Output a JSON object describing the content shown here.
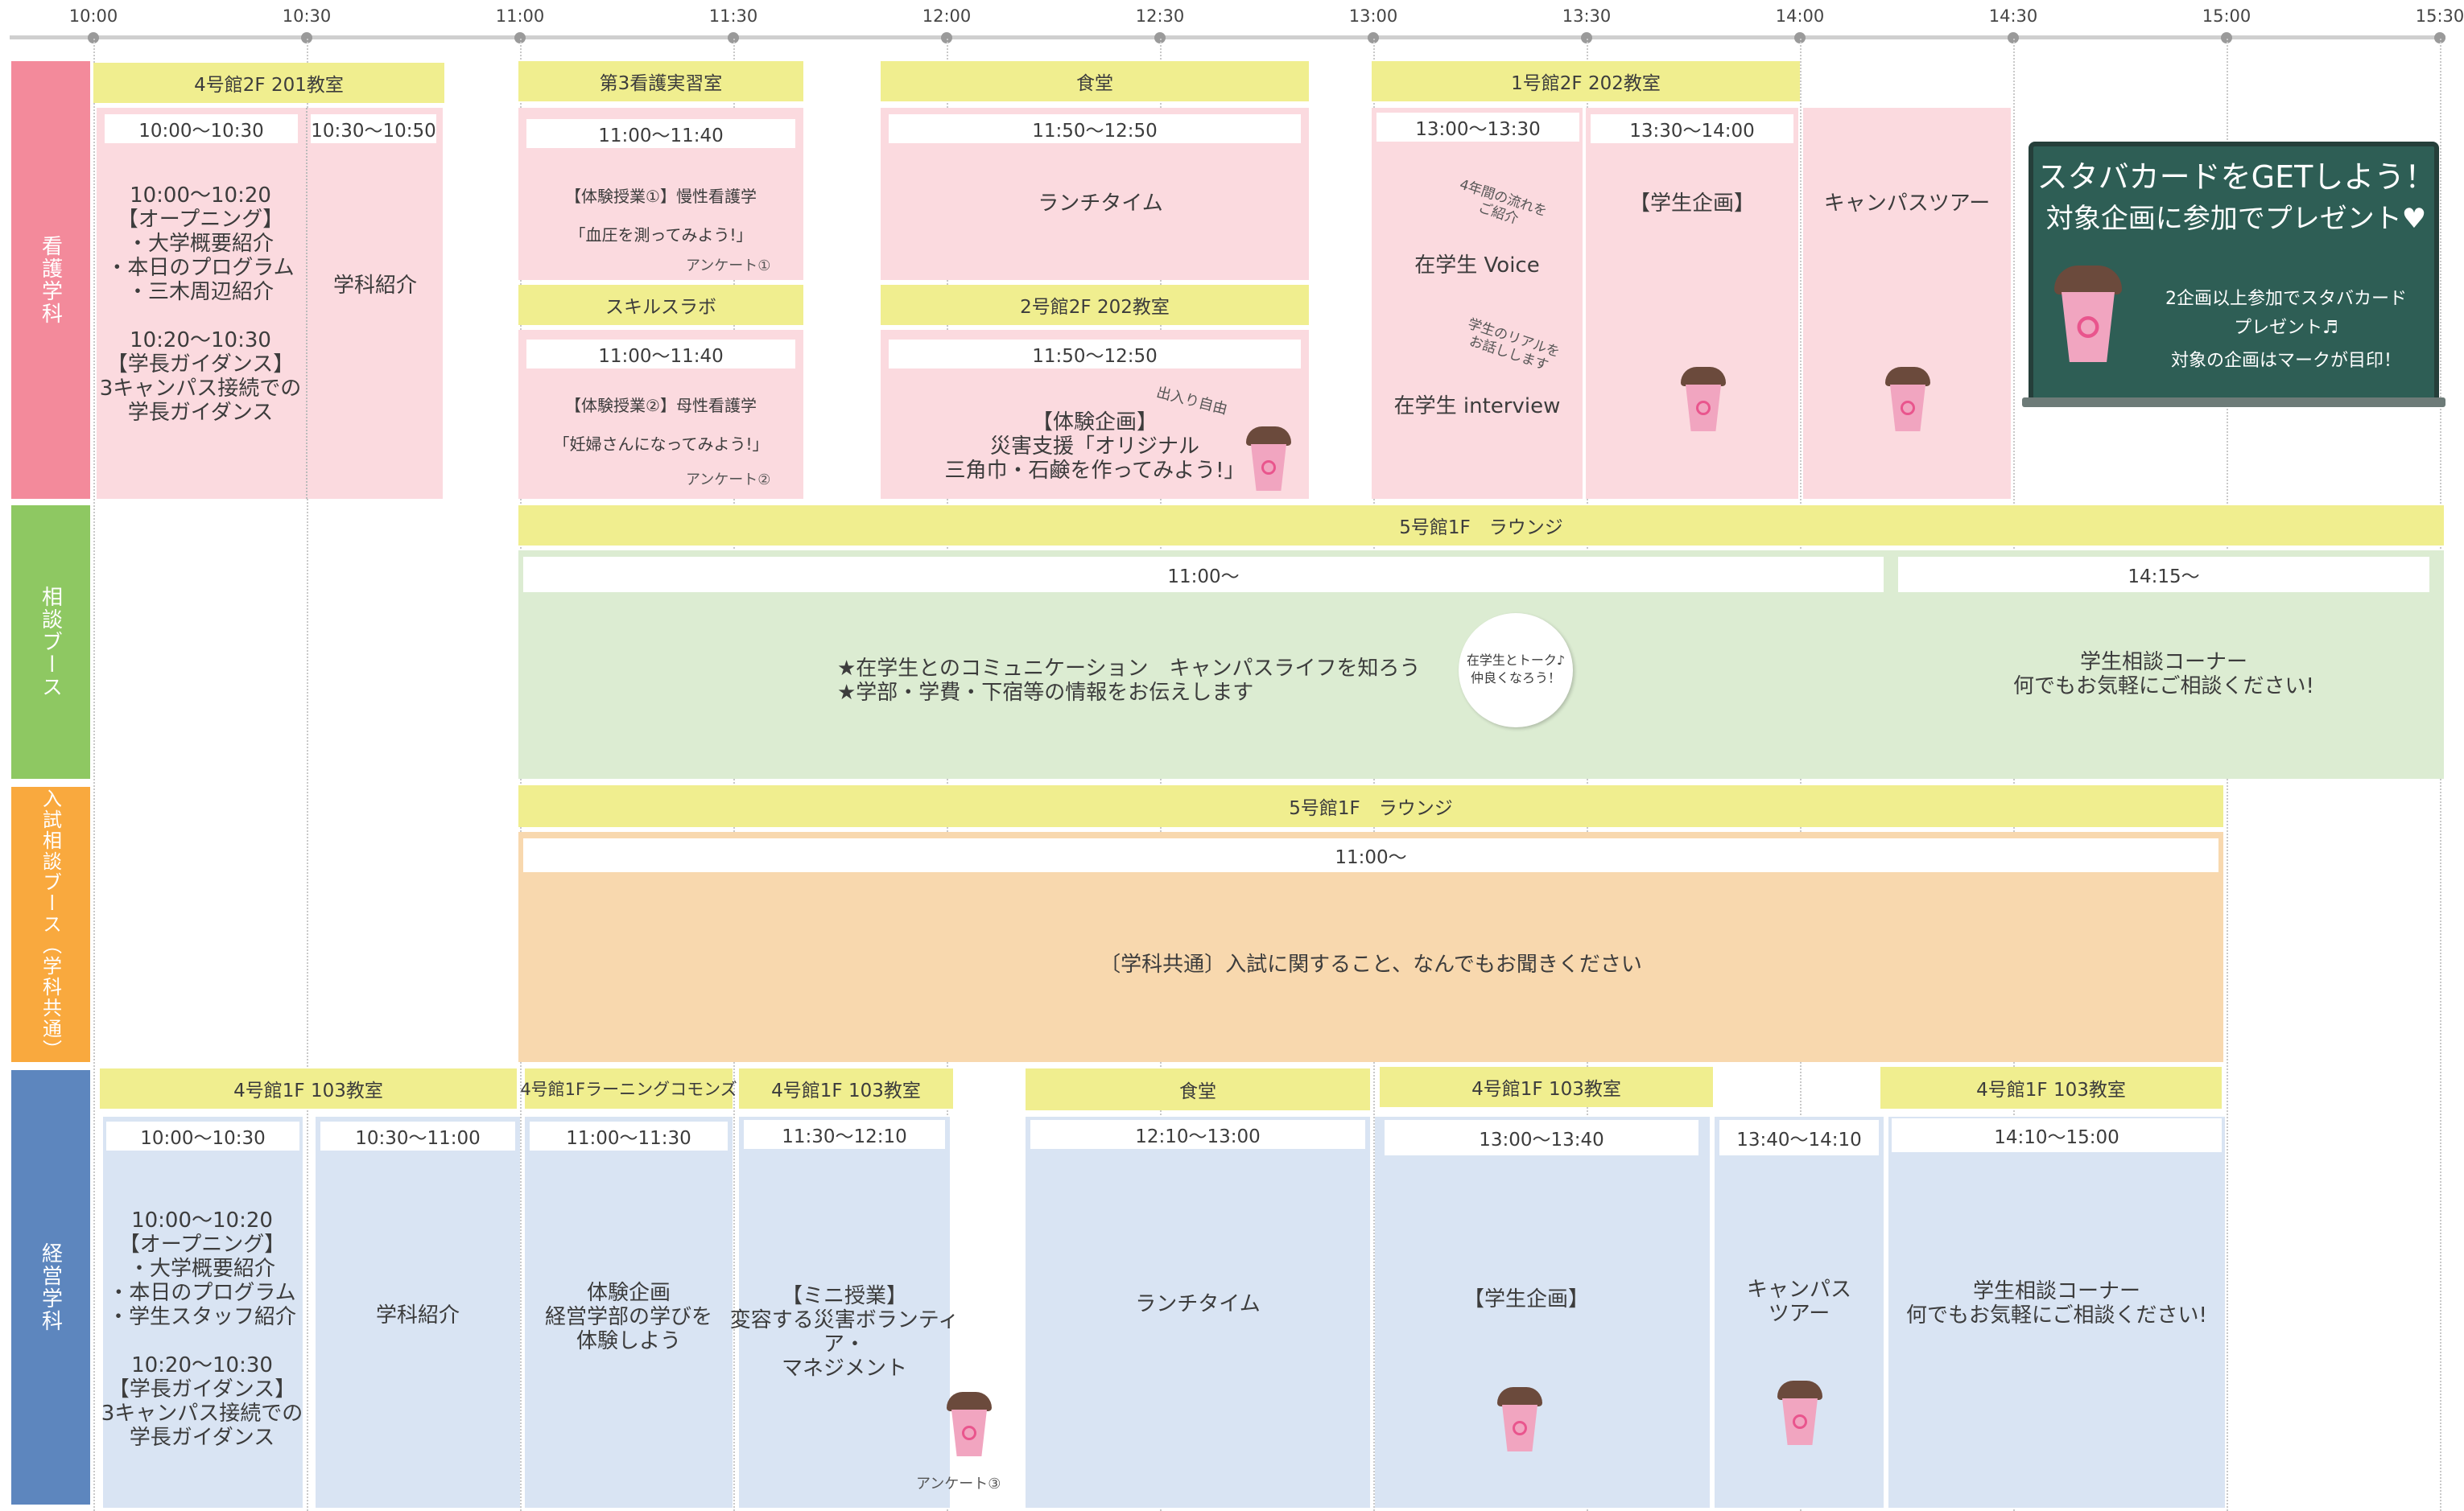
{
  "timeline": {
    "ticks": [
      "10:00",
      "10:30",
      "11:00",
      "11:30",
      "12:00",
      "12:30",
      "13:00",
      "13:30",
      "14:00",
      "14:30",
      "15:00",
      "15:30"
    ]
  },
  "rows": {
    "nursing": {
      "label": "看護学科",
      "color": "#f38a9b"
    },
    "consult": {
      "label": "相談ブース",
      "color": "#8ec862"
    },
    "admission": {
      "label": "入試相談ブース（学科共通）",
      "color": "#f9a93e"
    },
    "business": {
      "label": "経営学科",
      "color": "#5d86be"
    }
  },
  "nursing": {
    "r1_room": "4号館2F 201教室",
    "r1_t1": "10:00〜10:30",
    "r1_t2": "10:30〜10:50",
    "r1_text": "10:00〜10:20\n【オープニング】\n・大学概要紹介\n・本日のプログラム\n・三木周辺紹介\n\n10:20〜10:30\n【学長ガイダンス】\n3キャンパス接続での\n学長ガイダンス",
    "r1_text2": "学科紹介",
    "r2_room": "第3看護実習室",
    "r2_time": "11:00〜11:40",
    "r2_text": "【体験授業①】慢性看護学\n「血圧を測ってみよう!」",
    "r2_survey": "アンケート①",
    "r3_room": "スキルスラボ",
    "r3_time": "11:00〜11:40",
    "r3_text": "【体験授業②】母性看護学\n「妊婦さんになってみよう!」",
    "r3_survey": "アンケート②",
    "r4_room": "食堂",
    "r4_time": "11:50〜12:50",
    "r4_text": "ランチタイム",
    "r5_room": "2号館2F 202教室",
    "r5_time": "11:50〜12:50",
    "r5_note": "出入り自由",
    "r5_text": "【体験企画】\n災害支援「オリジナル\n三角巾・石鹸を作ってみよう!」",
    "r6_room": "1号館2F 202教室",
    "r6_time": "13:00〜13:30",
    "r6_note1": "4年間の流れを\nご紹介",
    "r6_text1": "在学生 Voice",
    "r6_note2": "学生のリアルを\nお話しします",
    "r6_text2": "在学生 interview",
    "r7_time": "13:30〜14:00",
    "r7_text": "【学生企画】",
    "r8_text": "キャンパスツアー"
  },
  "board": {
    "title1": "スタバカードをGETしよう！",
    "title2": "対象企画に参加でプレゼント♥",
    "line1": "2企画以上参加でスタバカード\nプレゼント♬",
    "line2": "対象の企画はマークが目印！"
  },
  "consult": {
    "room": "5号館1F　ラウンジ",
    "time1": "11:00〜",
    "time2": "14:15〜",
    "text1": "★在学生とのコミュニケーション　キャンパスライフを知ろう\n★学部・学費・下宿等の情報をお伝えします",
    "bubble": "在学生とトーク♪\n仲良くなろう！",
    "text2": "学生相談コーナー\n何でもお気軽にご相談ください!"
  },
  "admission": {
    "room": "5号館1F　ラウンジ",
    "time": "11:00〜",
    "text": "〔学科共通〕入試に関すること、なんでもお聞きください"
  },
  "business": {
    "b1_room": "4号館1F 103教室",
    "b1_t1": "10:00〜10:30",
    "b1_text": "10:00〜10:20\n【オープニング】\n・大学概要紹介\n・本日のプログラム\n・学生スタッフ紹介\n\n10:20〜10:30\n【学長ガイダンス】\n3キャンパス接続での\n学長ガイダンス",
    "b1_t2": "10:30〜11:00",
    "b1_text2": "学科紹介",
    "b2_room": "4号館1Fラーニングコモンズ",
    "b2_time": "11:00〜11:30",
    "b2_text": "体験企画\n経営学部の学びを\n体験しよう",
    "b3_room": "4号館1F 103教室",
    "b3_time": "11:30〜12:10",
    "b3_text": "【ミニ授業】\n変容する災害ボランティア・\nマネジメント",
    "b3_survey": "アンケート③",
    "b4_room": "食堂",
    "b4_time": "12:10〜13:00",
    "b4_text": "ランチタイム",
    "b5_room": "4号館1F 103教室",
    "b5_time": "13:00〜13:40",
    "b5_text": "【学生企画】",
    "b6_time": "13:40〜14:10",
    "b6_text": "キャンパス\nツアー",
    "b7_room": "4号館1F 103教室",
    "b7_time": "14:10〜15:00",
    "b7_text": "学生相談コーナー\n何でもお気軽にご相談ください!"
  }
}
